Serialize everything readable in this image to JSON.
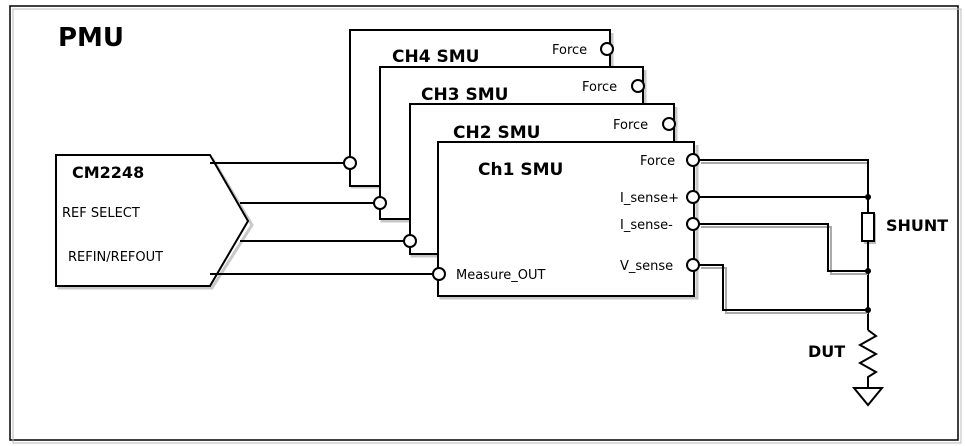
{
  "title": "PMU",
  "ref_chip": {
    "name": "CM2248",
    "pins": [
      "REF SELECT",
      "REFIN/REFOUT"
    ]
  },
  "channels": [
    {
      "name": "CH4 SMU",
      "pin": "Force"
    },
    {
      "name": "CH3 SMU",
      "pin": "Force"
    },
    {
      "name": "CH2 SMU",
      "pin": "Force"
    }
  ],
  "ch1": {
    "name": "Ch1 SMU",
    "pins": {
      "force": "Force",
      "isense_p": "I_sense+",
      "isense_n": "I_sense-",
      "vsense": "V_sense",
      "measure": "Measure_OUT"
    }
  },
  "shunt_label": "SHUNT",
  "dut_label": "DUT"
}
